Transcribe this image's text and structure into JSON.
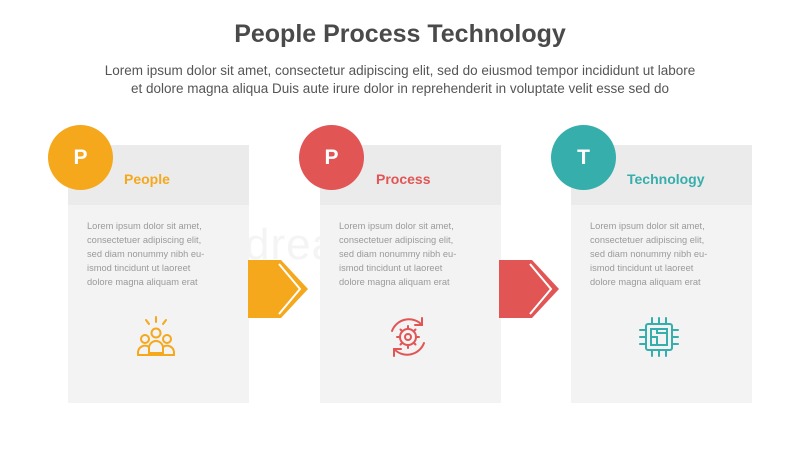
{
  "header": {
    "title": "People Process Technology",
    "subtitle_line1": "Lorem ipsum dolor sit amet, consectetur adipiscing elit, sed do eiusmod tempor incididunt ut labore",
    "subtitle_line2": "et dolore magna aliqua Duis aute irure dolor in reprehenderit in voluptate velit esse sed do"
  },
  "watermark": "dreamstime",
  "cards": [
    {
      "letter": "P",
      "label": "People",
      "color": "#f5a81c",
      "icon": "people-group-icon",
      "body": [
        "Lorem ipsum dolor sit amet,",
        "consectetuer adipiscing elit,",
        "sed diam nonummy nibh eu-",
        "ismod tincidunt ut laoreet",
        "dolore magna aliquam erat"
      ]
    },
    {
      "letter": "P",
      "label": "Process",
      "color": "#e15555",
      "icon": "gear-cycle-icon",
      "body": [
        "Lorem ipsum dolor sit amet,",
        "consectetuer adipiscing elit,",
        "sed diam nonummy nibh eu-",
        "ismod tincidunt ut laoreet",
        "dolore magna aliquam erat"
      ]
    },
    {
      "letter": "T",
      "label": "Technology",
      "color": "#35aeac",
      "icon": "chip-icon",
      "body": [
        "Lorem ipsum dolor sit amet,",
        "consectetuer adipiscing elit,",
        "sed diam nonummy nibh eu-",
        "ismod tincidunt ut laoreet",
        "dolore magna aliquam erat"
      ]
    }
  ],
  "arrows": [
    {
      "color": "#f5a81c",
      "icon": "chevron-right-icon"
    },
    {
      "color": "#e15555",
      "icon": "chevron-right-icon"
    }
  ]
}
